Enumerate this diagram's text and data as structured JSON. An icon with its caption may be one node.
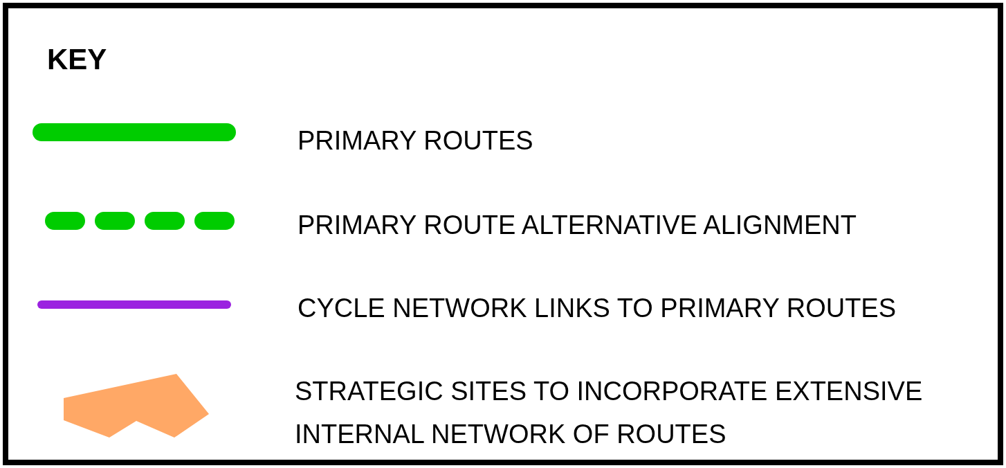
{
  "diagram": {
    "title": "KEY",
    "legend": [
      {
        "text": "PRIMARY ROUTES"
      },
      {
        "text": "PRIMARY ROUTE ALTERNATIVE ALIGNMENT"
      },
      {
        "text": "CYCLE NETWORK LINKS TO PRIMARY ROUTES"
      },
      {
        "text": "STRATEGIC SITES TO INCORPORATE EXTENSIVE INTERNAL NETWORK OF ROUTES",
        "color": "#ffa866"
      }
    ]
  }
}
